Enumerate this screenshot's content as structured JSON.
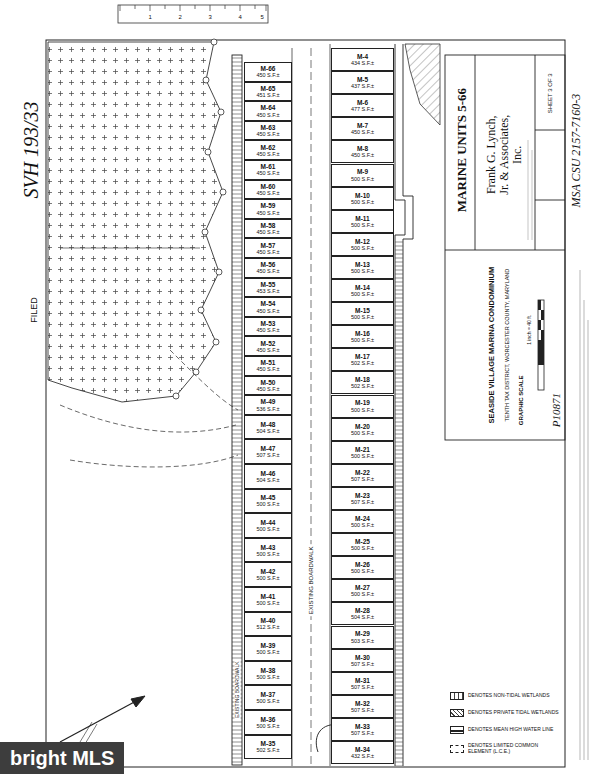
{
  "diagram": {
    "title": "MARINE UNITS 5-66",
    "nodes": [
      {
        "text": [
          "M-66",
          "450 S.F.±"
        ]
      },
      {
        "text": [
          "M-65",
          "451 S.F.±"
        ]
      },
      {
        "text": [
          "M-64",
          "450 S.F.±"
        ]
      },
      {
        "text": [
          "M-63",
          "450 S.F.±"
        ]
      },
      {
        "text": [
          "M-62",
          "450 S.F.±"
        ]
      },
      {
        "text": [
          "M-61",
          "450 S.F.±"
        ]
      },
      {
        "text": [
          "M-60",
          "450 S.F.±"
        ]
      },
      {
        "text": [
          "M-59",
          "450 S.F.±"
        ]
      },
      {
        "text": [
          "M-58",
          "450 S.F.±"
        ]
      },
      {
        "text": [
          "M-57",
          "450 S.F.±"
        ]
      },
      {
        "text": [
          "M-56",
          "450 S.F.±"
        ]
      },
      {
        "text": [
          "M-55",
          "453 S.F.±"
        ]
      },
      {
        "text": [
          "M-54",
          "450 S.F.±"
        ]
      },
      {
        "text": [
          "M-53",
          "450 S.F.±"
        ]
      },
      {
        "text": [
          "M-52",
          "450 S.F.±"
        ]
      },
      {
        "text": [
          "M-51",
          "450 S.F.±"
        ]
      },
      {
        "text": [
          "M-50",
          "450 S.F.±"
        ]
      },
      {
        "text": [
          "M-49",
          "536 S.F.±"
        ]
      },
      {
        "text": [
          "M-48",
          "504 S.F.±"
        ]
      },
      {
        "text": [
          "M-47",
          "507 S.F.±"
        ]
      },
      {
        "text": [
          "M-46",
          "504 S.F.±"
        ]
      },
      {
        "text": [
          "M-45",
          "500 S.F.±"
        ]
      },
      {
        "text": [
          "M-44",
          "500 S.F.±"
        ]
      },
      {
        "text": [
          "M-43",
          "500 S.F.±"
        ]
      },
      {
        "text": [
          "M-42",
          "500 S.F.±"
        ]
      },
      {
        "text": [
          "M-41",
          "500 S.F.±"
        ]
      },
      {
        "text": [
          "M-40",
          "512 S.F.±"
        ]
      },
      {
        "text": [
          "M-39",
          "500 S.F.±"
        ]
      },
      {
        "text": [
          "M-38",
          "500 S.F.±"
        ]
      },
      {
        "text": [
          "M-37",
          "500 S.F.±"
        ]
      },
      {
        "text": [
          "M-36",
          "500 S.F.±"
        ]
      },
      {
        "text": [
          "M-35",
          "502 S.F.±"
        ]
      },
      {
        "text": [
          "M-4",
          "434 S.F.±"
        ]
      },
      {
        "text": [
          "M-5",
          "437 S.F.±"
        ]
      },
      {
        "text": [
          "M-6",
          "477 S.F.±"
        ]
      },
      {
        "text": [
          "M-7",
          "450 S.F.±"
        ]
      },
      {
        "text": [
          "M-8",
          "450 S.F.±"
        ]
      },
      {
        "text": [
          "M-9",
          "500 S.F.±"
        ]
      },
      {
        "text": [
          "M-10",
          "500 S.F.±"
        ]
      },
      {
        "text": [
          "M-11",
          "500 S.F.±"
        ]
      },
      {
        "text": [
          "M-12",
          "500 S.F.±"
        ]
      },
      {
        "text": [
          "M-13",
          "500 S.F.±"
        ]
      },
      {
        "text": [
          "M-14",
          "500 S.F.±"
        ]
      },
      {
        "text": [
          "M-15",
          "500 S.F.±"
        ]
      },
      {
        "text": [
          "M-16",
          "500 S.F.±"
        ]
      },
      {
        "text": [
          "M-17",
          "502 S.F.±"
        ]
      },
      {
        "text": [
          "M-18",
          "502 S.F.±"
        ]
      },
      {
        "text": [
          "M-19",
          "500 S.F.±"
        ]
      },
      {
        "text": [
          "M-20",
          "500 S.F.±"
        ]
      },
      {
        "text": [
          "M-21",
          "500 S.F.±"
        ]
      },
      {
        "text": [
          "M-22",
          "507 S.F.±"
        ]
      },
      {
        "text": [
          "M-23",
          "507 S.F.±"
        ]
      },
      {
        "text": [
          "M-24",
          "500 S.F.±"
        ]
      },
      {
        "text": [
          "M-25",
          "500 S.F.±"
        ]
      },
      {
        "text": [
          "M-26",
          "500 S.F.±"
        ]
      },
      {
        "text": [
          "M-27",
          "500 S.F.±"
        ]
      },
      {
        "text": [
          "M-28",
          "504 S.F.±"
        ]
      },
      {
        "text": [
          "M-29",
          "503 S.F.±"
        ]
      },
      {
        "text": [
          "M-30",
          "507 S.F.±"
        ]
      },
      {
        "text": [
          "M-31",
          "507 S.F.±"
        ]
      },
      {
        "text": [
          "M-32",
          "507 S.F.±"
        ]
      },
      {
        "text": [
          "M-33",
          "507 S.F.±"
        ]
      },
      {
        "text": [
          "M-34",
          "432 S.F.±"
        ]
      }
    ],
    "labels": [
      "SVH 193/33",
      "FILED",
      "Frank G. Lynch, Jr. & Associates, Inc.",
      "SHEET 3 OF 3",
      "SEASIDE VILLAGE MARINA CONDOMINIUM",
      "TENTH TAX DISTRICT, WORCESTER COUNTY, MARYLAND",
      "GRAPHIC SCALE",
      "1 inch = 40 ft.",
      "MSA CSU 2157-7160-3",
      "P10871",
      "EXISTING BOARDWALK",
      "EXISTING BOARDWALK",
      "1",
      "2",
      "3",
      "4",
      "5",
      "bright MLS"
    ],
    "legend": [
      {
        "text": "DENOTES NON-TIDAL WETLANDS"
      },
      {
        "text": "DENOTES PRIVATE TIDAL WETLANDS"
      },
      {
        "text": "DENOTES MEAN HIGH WATER LINE"
      },
      {
        "text": "DENOTES LIMITED COMMON ELEMENT (L.C.E.)"
      }
    ]
  }
}
